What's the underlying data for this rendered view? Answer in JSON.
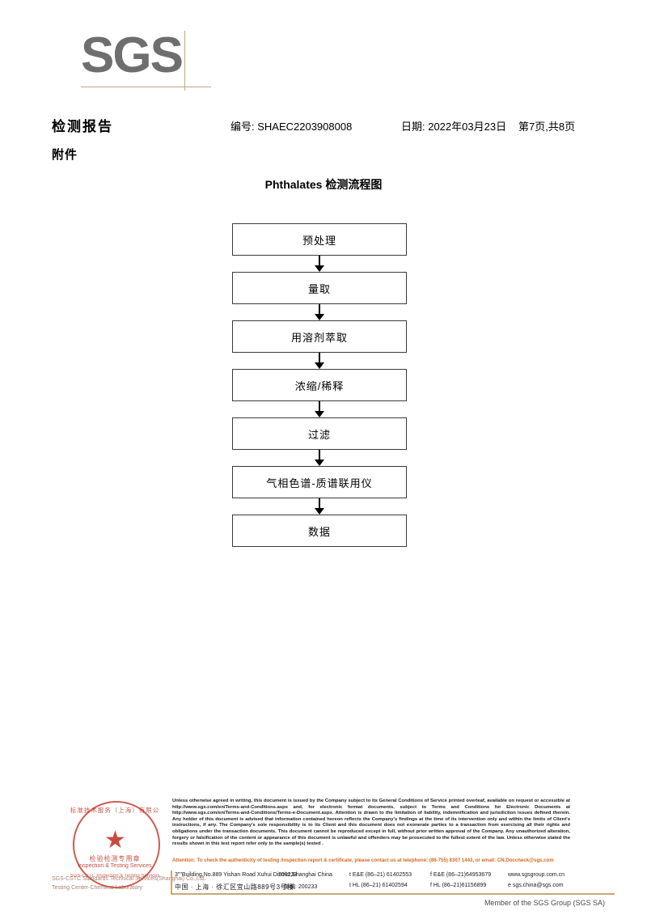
{
  "logo": {
    "text": "SGS",
    "color": "#6e6e6e",
    "rule_color": "#c9a87c"
  },
  "header": {
    "report_title": "检测报告",
    "report_no": "编号: SHAEC2203908008",
    "date": "日期: 2022年03月23日",
    "page_indicator": "第7页,共8页",
    "attachment_label": "附件"
  },
  "flowchart": {
    "title": "Phthalates 检测流程图",
    "nodes": [
      {
        "label": "预处理"
      },
      {
        "label": "量取"
      },
      {
        "label": "用溶剂萃取"
      },
      {
        "label": "浓缩/稀释"
      },
      {
        "label": "过滤"
      },
      {
        "label": "气相色谱-质谱联用仪"
      },
      {
        "label": "数据"
      }
    ]
  },
  "stamp": {
    "arc_top": "标准技术服务（上海）有限公",
    "cn_line": "检验检测专用章",
    "en_line": "Inspection & Testing Services",
    "arc_bottom": "SGS-CSTC Inspection & Testing Services",
    "overlay_line_1": "SGS-CSTC Standards Technical Services(Shanghai) Co.,Ltd.",
    "overlay_line_2": "Testing Center-Chemical Laboratory",
    "star": "★",
    "color": "#c0392b"
  },
  "footer": {
    "legal": "Unless otherwise agreed in writing, this document is issued by the Company subject to its General Conditions of Service printed overleaf, available on request or accessible at http://www.sgs.com/en/Terms-and-Conditions.aspx and, for electronic format documents, subject to Terms and Conditions for Electronic Documents at http://www.sgs.com/en/Terms-and-Conditions/Terms-e-Document.aspx. Attention is drawn to the limitation of liability, indemnification and jurisdiction issues defined therein. Any holder of this document is advised that information contained hereon reflects the Company's findings at the time of its intervention only and within the limits of Client's instructions, if any. The Company's sole responsibility is to its Client and this document does not exonerate parties to a transaction from exercising all their rights and obligations under the transaction documents. This document cannot be reproduced except in full, without prior written approval of the Company. Any unauthorized alteration, forgery or falsification of the content or appearance of this document is unlawful and offenders may be prosecuted to the fullest extent of the law. Unless otherwise stated the results shown in this test report refer only to the sample(s) tested .",
    "attention": "Attention: To check the authenticity of testing /inspection report & certificate, please contact us at telephone: (86-755) 8307 1443, or email: CN.Doccheck@sgs.com",
    "attention_color": "#d2691e",
    "address_en": {
      "street": "3\"\"Building,No.889 Yishan Road Xuhui District,Shanghai China",
      "zip": "200233",
      "tel1": "t E&E (86–21) 61402553",
      "tel2": "f E&E (86–21)64953679",
      "web": "www.sgsgroup.com.cn"
    },
    "address_cn": {
      "street": "中国 · 上海 · 徐汇区宜山路889号3号楼",
      "zip": "邮编: 200233",
      "tel1": "t HL (86–21) 61402594",
      "tel2": "f HL (86–21)61156899",
      "web": "e  sgs.china@sgs.com"
    },
    "member_line": "Member of the SGS Group (SGS SA)",
    "rule_color": "#c9a87c"
  }
}
